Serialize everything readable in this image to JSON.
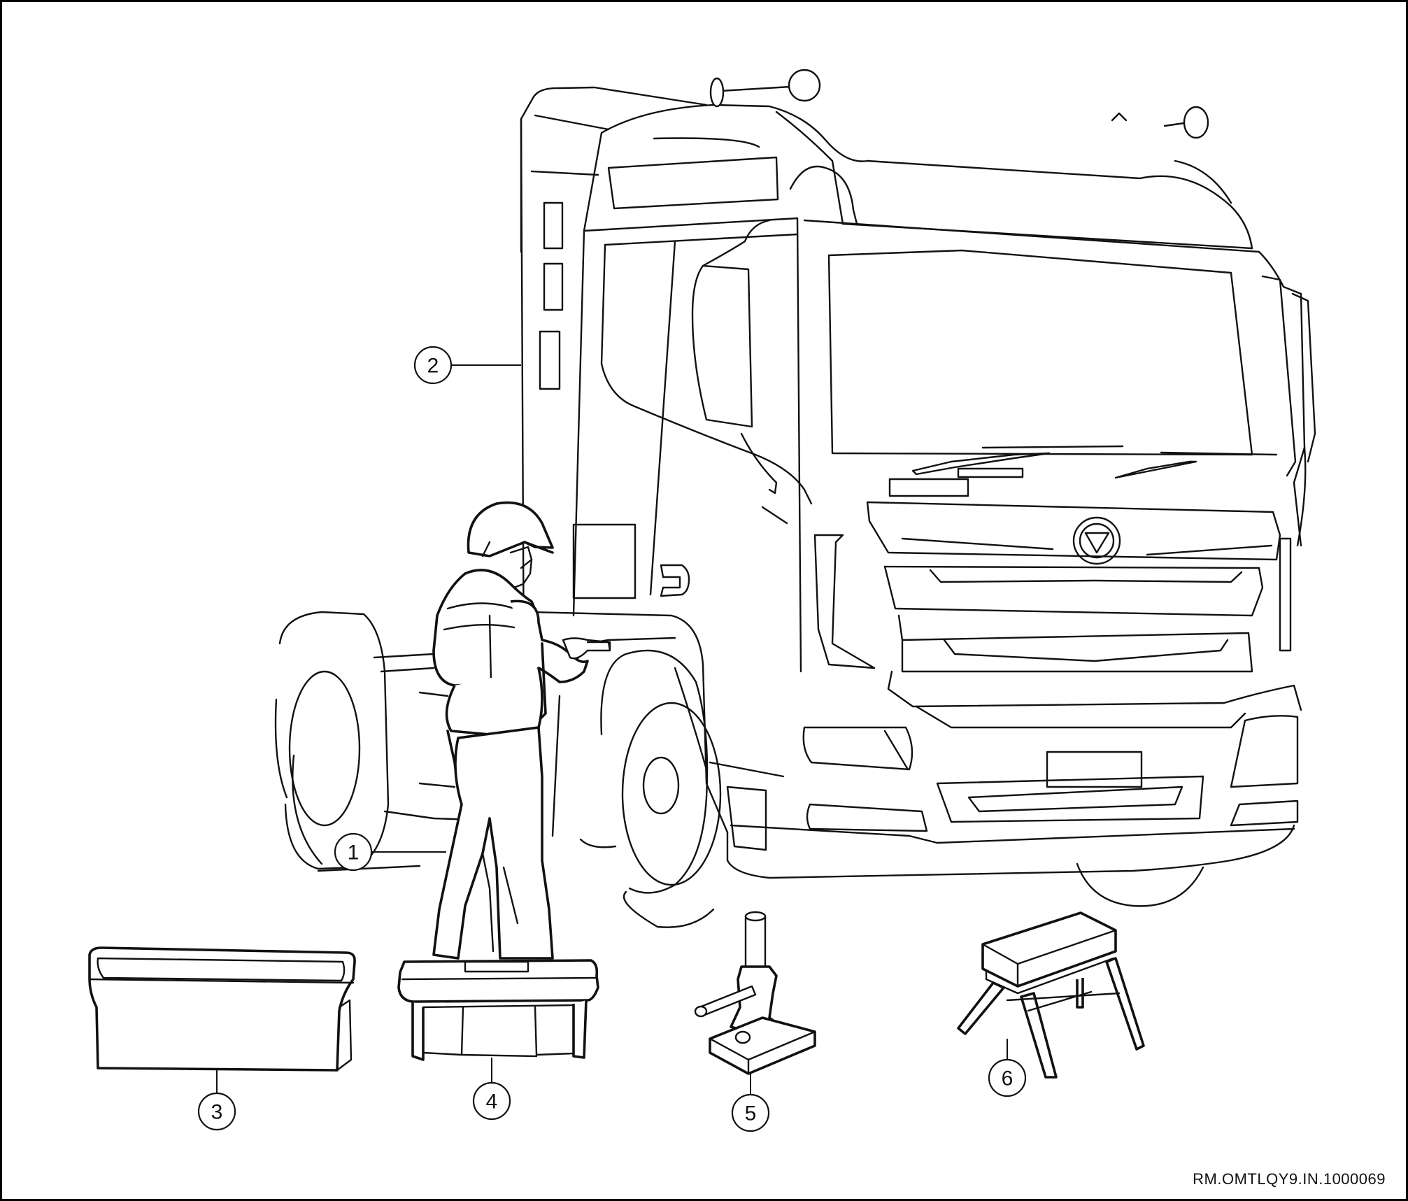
{
  "callouts": [
    {
      "id": "1",
      "label": "1"
    },
    {
      "id": "2",
      "label": "2"
    },
    {
      "id": "3",
      "label": "3"
    },
    {
      "id": "4",
      "label": "4"
    },
    {
      "id": "5",
      "label": "5"
    },
    {
      "id": "6",
      "label": "6"
    }
  ],
  "reference_code": "RM.OMTLQY9.IN.1000069",
  "colors": {
    "line": "#111111",
    "background": "#ffffff"
  }
}
